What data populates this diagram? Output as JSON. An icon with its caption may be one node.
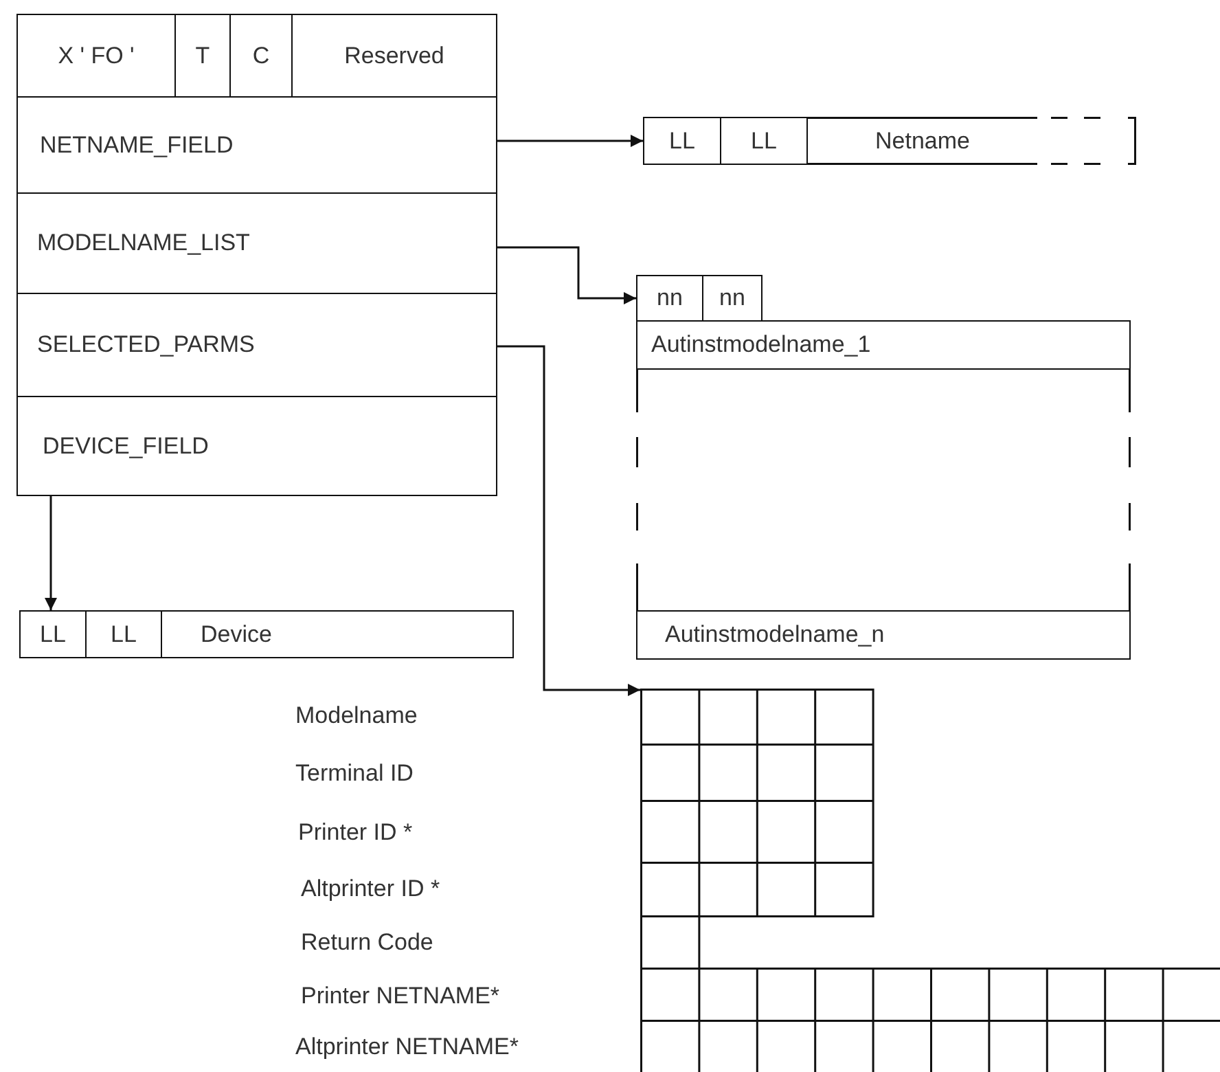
{
  "diagram": {
    "nodes": [
      {
        "text": [
          "X ' FO '"
        ]
      },
      {
        "text": [
          "T"
        ]
      },
      {
        "text": [
          "C"
        ]
      },
      {
        "text": [
          "Reserved"
        ]
      },
      {
        "text": [
          "NETNAME_FIELD"
        ]
      },
      {
        "text": [
          "MODELNAME_LIST"
        ]
      },
      {
        "text": [
          "SELECTED_PARMS"
        ]
      },
      {
        "text": [
          "DEVICE_FIELD"
        ]
      },
      {
        "text": [
          "LL"
        ]
      },
      {
        "text": [
          "LL"
        ]
      },
      {
        "text": [
          "Netname"
        ]
      },
      {
        "text": [
          "nn"
        ]
      },
      {
        "text": [
          "nn"
        ]
      },
      {
        "text": [
          "Autinstmodelname_1"
        ]
      },
      {
        "text": [
          "Autinstmodelname_n"
        ]
      },
      {
        "text": [
          "LL"
        ]
      },
      {
        "text": [
          "LL"
        ]
      },
      {
        "text": [
          "Device"
        ]
      },
      {
        "text": [],
        "shape": "box"
      }
    ],
    "edges": [
      {
        "from": 4,
        "to": 8,
        "arrow": "to"
      },
      {
        "from": 5,
        "to": 11,
        "arrow": "to"
      },
      {
        "from": 6,
        "to": 18,
        "arrow": "to"
      },
      {
        "from": 7,
        "to": 15,
        "arrow": "to"
      }
    ],
    "labels": [
      "Modelname",
      "Terminal ID",
      "Printer ID *",
      "Altprinter ID *",
      "Return Code",
      "Printer NETNAME*",
      "Altprinter NETNAME*"
    ]
  }
}
